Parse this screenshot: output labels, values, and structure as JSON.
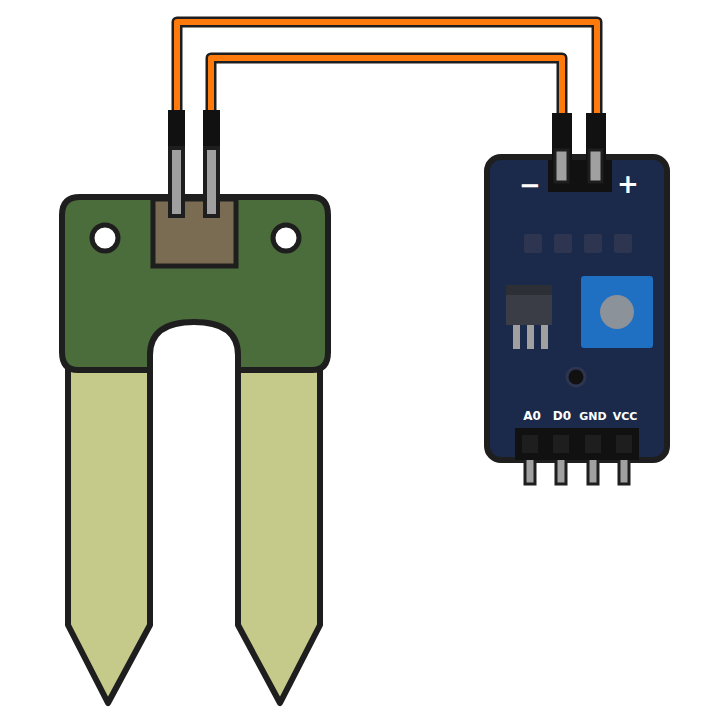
{
  "diagram": {
    "nodes": [
      {
        "text": [
          "−",
          "+",
          "A0",
          "D0",
          "GND",
          "VCC"
        ]
      }
    ]
  }
}
